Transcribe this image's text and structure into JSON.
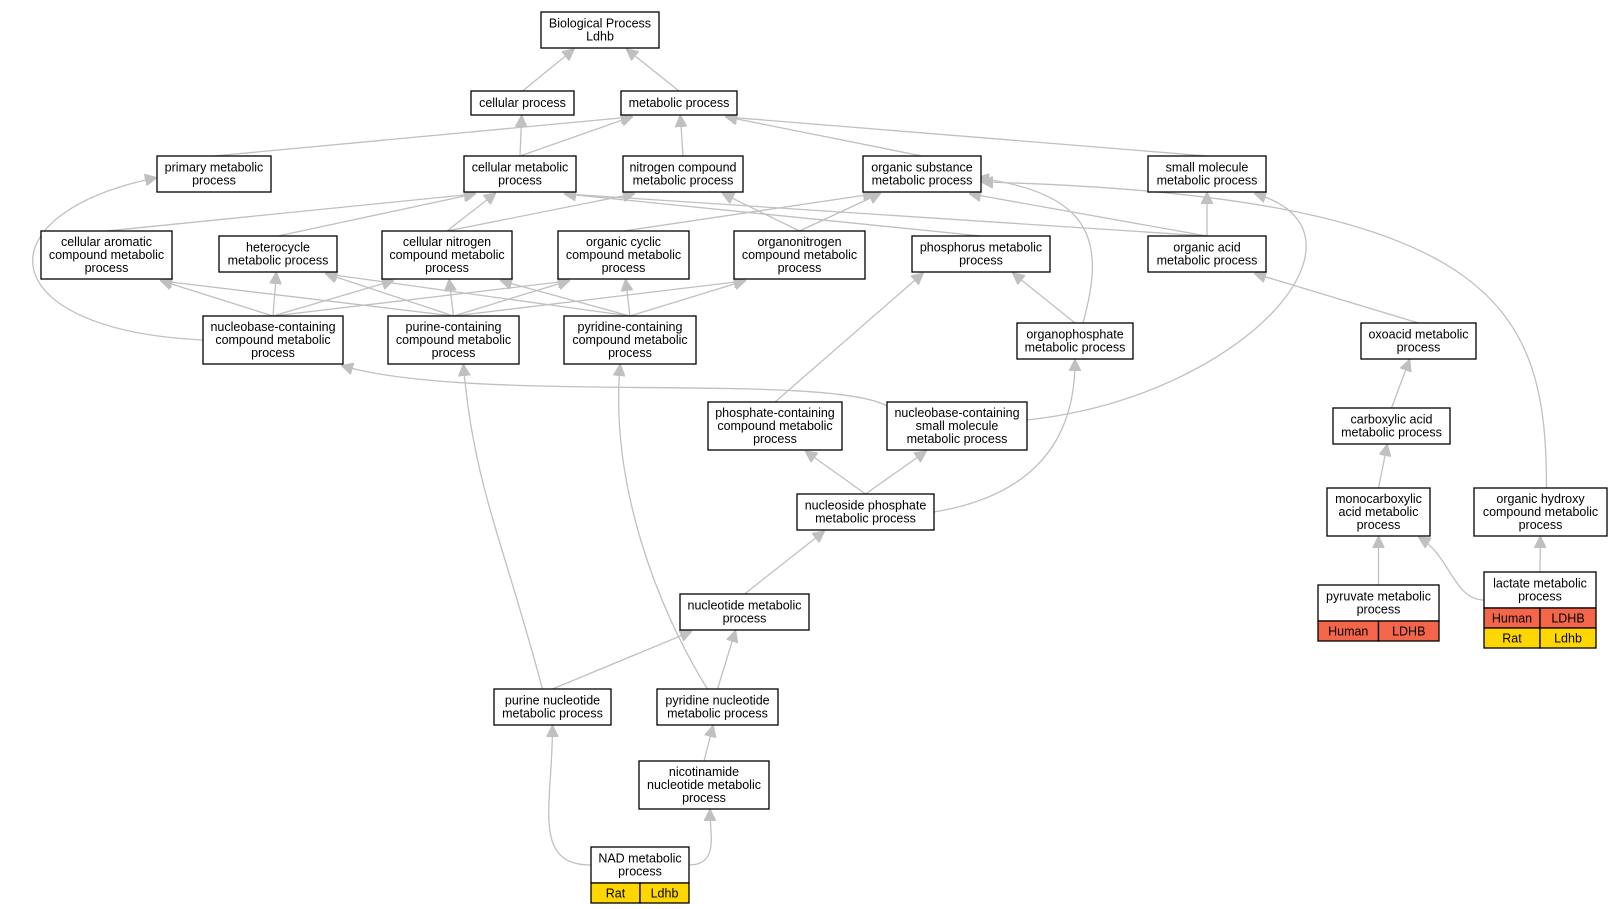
{
  "colors": {
    "edge": "#c0c0c0",
    "human_tag": "#f4664a",
    "rat_tag": "#ffd700",
    "node_fill": "#ffffff",
    "node_stroke": "#000000"
  },
  "nodes": [
    {
      "id": "root",
      "lines": [
        "Biological Process",
        "Ldhb"
      ]
    },
    {
      "id": "cellular",
      "lines": [
        "cellular process"
      ]
    },
    {
      "id": "metabolic",
      "lines": [
        "metabolic process"
      ]
    },
    {
      "id": "primary",
      "lines": [
        "primary metabolic",
        "process"
      ]
    },
    {
      "id": "cellmet",
      "lines": [
        "cellular metabolic",
        "process"
      ]
    },
    {
      "id": "nitrogen",
      "lines": [
        "nitrogen compound",
        "metabolic process"
      ]
    },
    {
      "id": "organicsub",
      "lines": [
        "organic substance",
        "metabolic process"
      ]
    },
    {
      "id": "smallmol",
      "lines": [
        "small molecule",
        "metabolic process"
      ]
    },
    {
      "id": "cellarom",
      "lines": [
        "cellular aromatic",
        "compound metabolic",
        "process"
      ]
    },
    {
      "id": "hetero",
      "lines": [
        "heterocycle",
        "metabolic process"
      ]
    },
    {
      "id": "cellnitro",
      "lines": [
        "cellular nitrogen",
        "compound metabolic",
        "process"
      ]
    },
    {
      "id": "orgcyclic",
      "lines": [
        "organic cyclic",
        "compound metabolic",
        "process"
      ]
    },
    {
      "id": "organonitro",
      "lines": [
        "organonitrogen",
        "compound metabolic",
        "process"
      ]
    },
    {
      "id": "phosphorus",
      "lines": [
        "phosphorus metabolic",
        "process"
      ]
    },
    {
      "id": "organicacid",
      "lines": [
        "organic acid",
        "metabolic process"
      ]
    },
    {
      "id": "nucbasecomp",
      "lines": [
        "nucleobase-containing",
        "compound metabolic",
        "process"
      ]
    },
    {
      "id": "purinecont",
      "lines": [
        "purine-containing",
        "compound metabolic",
        "process"
      ]
    },
    {
      "id": "pyridinecont",
      "lines": [
        "pyridine-containing",
        "compound metabolic",
        "process"
      ]
    },
    {
      "id": "organophos",
      "lines": [
        "organophosphate",
        "metabolic process"
      ]
    },
    {
      "id": "oxoacid",
      "lines": [
        "oxoacid metabolic",
        "process"
      ]
    },
    {
      "id": "phoscont",
      "lines": [
        "phosphate-containing",
        "compound metabolic",
        "process"
      ]
    },
    {
      "id": "nucbasesmall",
      "lines": [
        "nucleobase-containing",
        "small molecule",
        "metabolic process"
      ]
    },
    {
      "id": "carboxylic",
      "lines": [
        "carboxylic acid",
        "metabolic process"
      ]
    },
    {
      "id": "nucphos",
      "lines": [
        "nucleoside phosphate",
        "metabolic process"
      ]
    },
    {
      "id": "monocarb",
      "lines": [
        "monocarboxylic",
        "acid metabolic",
        "process"
      ]
    },
    {
      "id": "orghydroxy",
      "lines": [
        "organic hydroxy",
        "compound metabolic",
        "process"
      ]
    },
    {
      "id": "lactate",
      "lines": [
        "lactate metabolic",
        "process"
      ],
      "tags": [
        {
          "species": "Human",
          "gene": "LDHB",
          "color": "human"
        },
        {
          "species": "Rat",
          "gene": "Ldhb",
          "color": "rat"
        }
      ]
    },
    {
      "id": "nucleotide",
      "lines": [
        "nucleotide metabolic",
        "process"
      ]
    },
    {
      "id": "pyruvate",
      "lines": [
        "pyruvate metabolic",
        "process"
      ],
      "tags": [
        {
          "species": "Human",
          "gene": "LDHB",
          "color": "human"
        }
      ]
    },
    {
      "id": "purinenuc",
      "lines": [
        "purine nucleotide",
        "metabolic process"
      ]
    },
    {
      "id": "pyridinenuc",
      "lines": [
        "pyridine nucleotide",
        "metabolic process"
      ]
    },
    {
      "id": "nicotinamide",
      "lines": [
        "nicotinamide",
        "nucleotide metabolic",
        "process"
      ]
    },
    {
      "id": "nad",
      "lines": [
        "NAD metabolic",
        "process"
      ],
      "tags": [
        {
          "species": "Rat",
          "gene": "Ldhb",
          "color": "rat"
        }
      ]
    }
  ]
}
